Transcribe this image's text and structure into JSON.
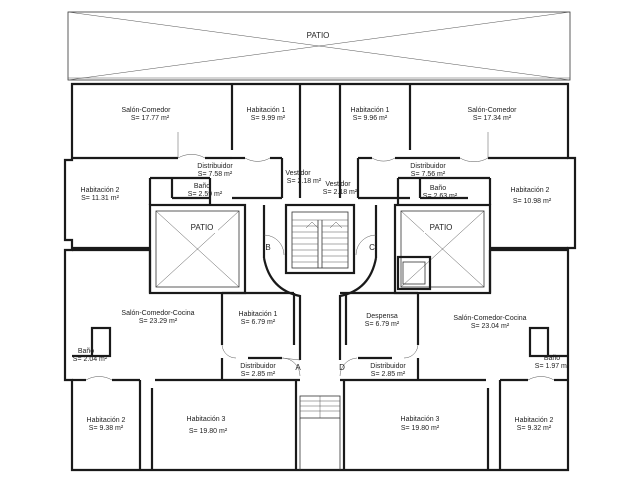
{
  "labels": {
    "patio_top": "PATIO",
    "patio_left": "PATIO",
    "patio_right": "PATIO",
    "core_b": "B",
    "core_c": "C",
    "core_a": "A",
    "core_d": "D"
  },
  "rooms": {
    "salon_tl": {
      "name": "Salón-Comedor",
      "area": "S= 17.77 m²"
    },
    "hab1_tl": {
      "name": "Habitación 1",
      "area": "S= 9.99 m²"
    },
    "hab1_tr": {
      "name": "Habitación 1",
      "area": "S= 9.96 m²"
    },
    "salon_tr": {
      "name": "Salón-Comedor",
      "area": "S= 17.34 m²"
    },
    "dist_tl": {
      "name": "Distribuidor",
      "area": "S= 7.58 m²"
    },
    "dist_tr": {
      "name": "Distribuidor",
      "area": "S= 7.56 m²"
    },
    "vest_l": {
      "name": "Vestidor",
      "area": "S= 2.18 m²"
    },
    "vest_r": {
      "name": "Vestidor",
      "area": "S= 2.18 m²"
    },
    "hab2_tl": {
      "name": "Habitación 2",
      "area": "S= 11.31 m²"
    },
    "bano_tl": {
      "name": "Baño",
      "area": "S= 2.59 m²"
    },
    "bano_tr": {
      "name": "Baño",
      "area": "S= 2.63 m²"
    },
    "hab2_tr": {
      "name": "Habitación 2",
      "area": "S= 10.98 m²"
    },
    "salon_bl": {
      "name": "Salón-Comedor-Cocina",
      "area": "S= 23.29 m²"
    },
    "hab1_bl": {
      "name": "Habitación 1",
      "area": "S= 6.79 m²"
    },
    "despensa": {
      "name": "Despensa",
      "area": "S= 6.79 m²"
    },
    "salon_br": {
      "name": "Salón-Comedor-Cocina",
      "area": "S= 23.04 m²"
    },
    "bano_bl": {
      "name": "Baño",
      "area": "S= 2.04 m²"
    },
    "bano_br": {
      "name": "Baño",
      "area": "S= 1.97 m²"
    },
    "dist_bl": {
      "name": "Distribuidor",
      "area": "S= 2.85 m²"
    },
    "dist_br": {
      "name": "Distribuidor",
      "area": "S= 2.85 m²"
    },
    "hab2_bl": {
      "name": "Habitación 2",
      "area": "S= 9.38 m²"
    },
    "hab3_bl": {
      "name": "Habitación 3",
      "area": "S= 19.80 m²"
    },
    "hab3_br": {
      "name": "Habitación 3",
      "area": "S= 19.80 m²"
    },
    "hab2_br": {
      "name": "Habitación 2",
      "area": "S= 9.32 m²"
    }
  }
}
